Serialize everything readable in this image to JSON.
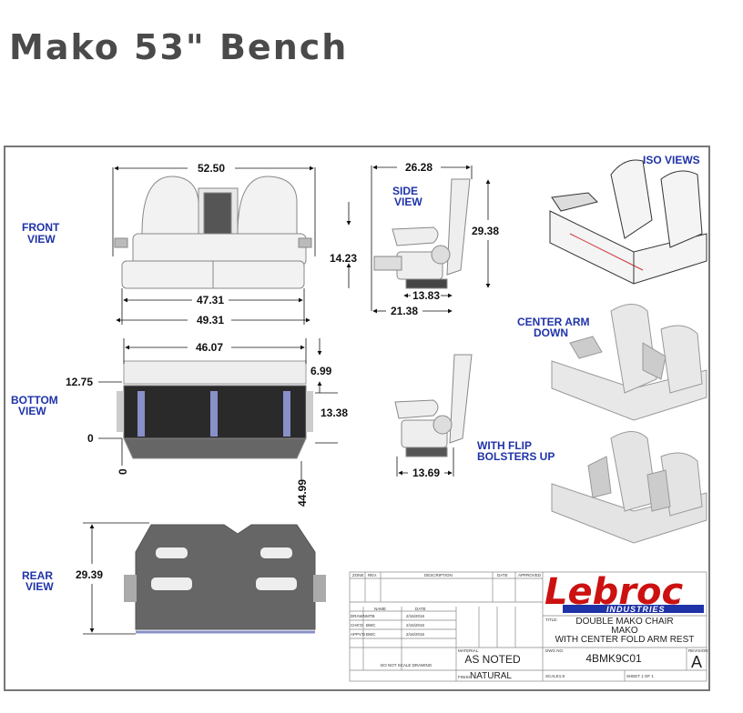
{
  "page": {
    "title": "Mako 53\" Bench"
  },
  "views": {
    "front": [
      "FRONT",
      "VIEW"
    ],
    "side": [
      "SIDE",
      "VIEW"
    ],
    "iso": "ISO VIEWS",
    "bottom": [
      "BOTTOM",
      "VIEW"
    ],
    "center_arm": [
      "CENTER ARM",
      "DOWN"
    ],
    "flip": [
      "WITH FLIP",
      "BOLSTERS UP"
    ],
    "rear": [
      "REAR",
      "VIEW"
    ]
  },
  "dimensions": {
    "front_width": "52.50",
    "front_inner": "47.31",
    "front_outer": "49.31",
    "side_depth": "26.28",
    "side_height": "29.38",
    "side_seat_height": "14.23",
    "side_seat_depth": "13.83",
    "side_base": "21.38",
    "bottom_width": "46.07",
    "bottom_left": "12.75",
    "bottom_right_top": "6.99",
    "bottom_right": "13.38",
    "bottom_zero_x": "0",
    "bottom_zero_y": "0",
    "bottom_depth": "44.99",
    "flip_depth": "13.69",
    "rear_height": "29.39"
  },
  "title_block": {
    "headers": {
      "zone": "ZONE",
      "rev": "REV.",
      "description": "DESCRIPTION",
      "date": "DATE",
      "approved": "APPROVED"
    },
    "name_header": "NAME",
    "date_header": "DATE",
    "rows": [
      {
        "role": "DRAWN",
        "name": "MTB",
        "date": "2/16/2016"
      },
      {
        "role": "CHK'D",
        "name": "BWC",
        "date": "2/16/2016"
      },
      {
        "role": "APPV'D",
        "name": "BWC",
        "date": "2/16/2016"
      }
    ],
    "title_label": "TITLE:",
    "title_lines": [
      "DOUBLE MAKO CHAIR",
      "MAKO",
      "WITH CENTER FOLD ARM REST"
    ],
    "material_label": "MATERIAL:",
    "material": "AS NOTED",
    "dwg_label": "DWG NO.",
    "dwg_no": "4BMK9C01",
    "revision_label": "REVISION",
    "revision": "A",
    "finish_label": "FINISH:",
    "finish": "NATURAL",
    "scale_label": "SCALE1:8",
    "sheet": "SHEET 1 OF 1",
    "no_scale": "DO NOT SCALE DRAWING"
  },
  "logo": {
    "name": "Lebroc",
    "subtitle": "INDUSTRIES"
  },
  "colors": {
    "label_blue": "#1f33a8",
    "logo_red": "#cc1111",
    "logo_blue": "#1f33a8",
    "title_gray": "#4a4a4a"
  }
}
